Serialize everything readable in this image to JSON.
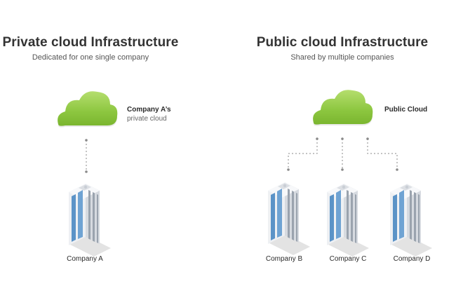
{
  "private": {
    "title": "Private cloud Infrastructure",
    "subtitle": "Dedicated for one single company",
    "cloud_label_line1": "Company A’s",
    "cloud_label_line2": "private cloud",
    "companies": [
      "Company A"
    ]
  },
  "public": {
    "title": "Public cloud Infrastructure",
    "subtitle": "Shared by multiple companies",
    "cloud_label": "Public Cloud",
    "companies": [
      "Company B",
      "Company C",
      "Company D"
    ]
  },
  "colors": {
    "cloud_green": "#8cc63f",
    "cloud_highlight": "#b5de6e",
    "building_window": "#5b93c7",
    "connector": "#8a8a8a"
  }
}
